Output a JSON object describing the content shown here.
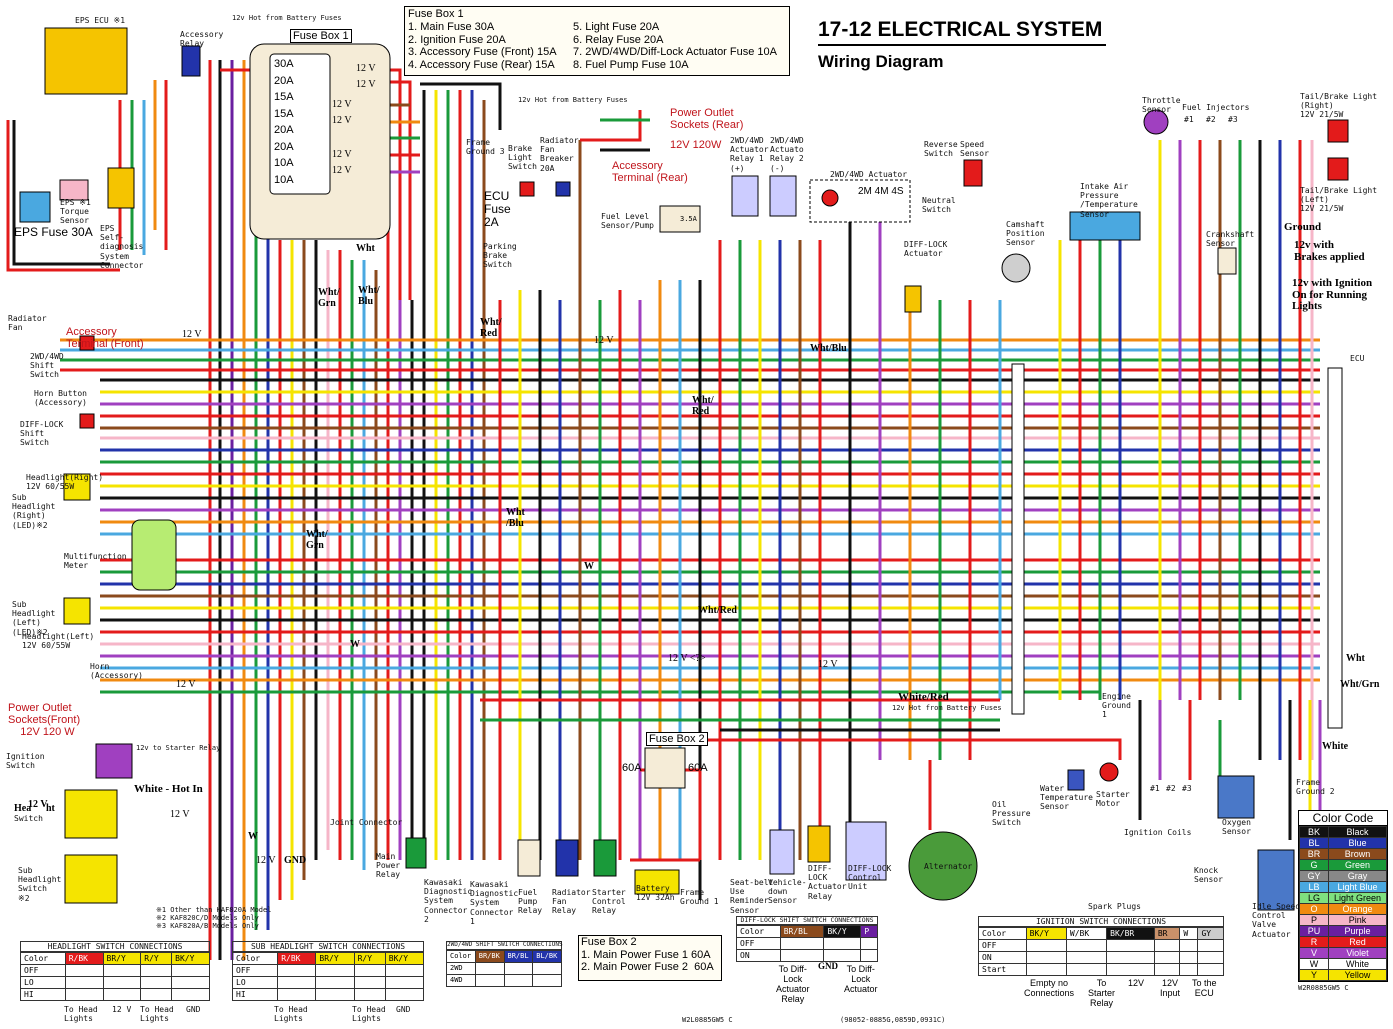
{
  "header": {
    "title": "17-12 ELECTRICAL SYSTEM",
    "subtitle": "Wiring Diagram"
  },
  "fuse_box1_legend": {
    "heading": "Fuse Box 1",
    "left": [
      "1. Main Fuse 30A",
      "2. Ignition Fuse 20A",
      "3. Accessory Fuse (Front) 15A",
      "4. Accessory Fuse (Rear) 15A"
    ],
    "right": [
      "5. Light Fuse 20A",
      "6. Relay Fuse 20A",
      "7. 2WD/4WD/Diff-Lock Actuator Fuse 10A",
      "8. Fuel Pump Fuse 10A"
    ]
  },
  "fuse_box1": {
    "label": "Fuse Box 1",
    "fuses": [
      "30A",
      "20A",
      "15A",
      "15A",
      "20A",
      "20A",
      "10A",
      "10A"
    ],
    "hot_note": "12v Hot from Battery Fuses"
  },
  "fuse_box2_legend": {
    "heading": "Fuse Box 2",
    "items": [
      "1. Main Power Fuse 1 60A",
      "2. Main Power Fuse 2  60A"
    ]
  },
  "fuse_box2": {
    "label": "Fuse Box 2",
    "left": "60A",
    "right": "60A"
  },
  "components": {
    "eps_ecu": "EPS ECU ※1",
    "accessory_relay": "Accessory\nRelay",
    "eps_fuse": "EPS Fuse 30A",
    "eps_torque": "EPS ※1\nTorque\nSensor",
    "eps_diag": "EPS\nSelf-\ndiagnosis\nSystem\nConnector",
    "radiator_fan": "Radiator\nFan",
    "shift_2wd4wd": "2WD/4WD\nShift\nSwitch",
    "horn_button": "Horn Button\n(Accessory)",
    "difflock_shift": "DIFF-LOCK\nShift\nSwitch",
    "headlight_right": "Headlight(Right)\n12V 60/55W",
    "sub_headlight_right": "Sub\nHeadlight\n(Right)\n(LED)※2",
    "multifunction_meter": "Multifunction\nMeter",
    "sub_headlight_left": "Sub\nHeadlight\n(Left)\n(LED)※2",
    "headlight_left": "Headlight(Left)\n12V 60/55W",
    "horn": "Horn\n(Accessory)",
    "ignition_switch": "Ignition\nSwitch",
    "headlight_switch": "Switch",
    "sub_headlight_switch": "Sub\nHeadlight\nSwitch\n※2",
    "joint_connector": "Joint Connector",
    "main_power_relay": "Main\nPower\nRelay",
    "kdsc1": "Kawasaki\nDiagnostic\nSystem\nConnector\n2",
    "kdsc2": "Kawasaki\nDiagnostic\nSystem\nConnector\n1",
    "fuel_pump_relay": "Fuel\nPump\nRelay",
    "radiator_fan_relay": "Radiator\nFan\nRelay",
    "starter_control_relay": "Starter\nControl\nRelay",
    "battery": "Battery\n12V 32Ah",
    "frame_ground1": "Frame\nGround 1",
    "frame_ground2": "Frame\nGround 2",
    "frame_ground3": "Frame\nGround 3",
    "brake_light_switch": "Brake\nLight\nSwitch",
    "radiator_fan_breaker": "Radiator\nFan\nBreaker\n20A",
    "ecu_fuse": "ECU\nFuse\n2A",
    "parking_brake_switch": "Parking\nBrake\nSwitch",
    "fuel_level_sensor": "Fuel Level\nSensor/Pump",
    "fuse_35a": "3.5A",
    "act_relay1": "2WD/4WD\nActuator\nRelay 1\n(+)",
    "act_relay2": "2WD/4WD\nActuato\nRelay 2\n(-)",
    "actuator_2wd4wd": "2WD/4WD Actuator",
    "act_modes": "2M 4M 4S",
    "reverse_switch": "Reverse\nSwitch",
    "speed_sensor": "Speed\nSensor",
    "neutral_switch": "Neutral\nSwitch",
    "difflock_actuator": "DIFF-LOCK\nActuator",
    "camshaft_sensor": "Camshaft\nPosition\nSensor",
    "intake_air": "Intake Air\nPressure\n/Temperature\nSensor",
    "throttle_sensor": "Throttle\nSensor",
    "fuel_injectors": "Fuel Injectors",
    "injector_nums": [
      "#1",
      "#2",
      "#3"
    ],
    "crankshaft_sensor": "Crankshaft\nSensor",
    "tail_right": "Tail/Brake Light\n(Right)\n12V 21/5W",
    "tail_left": "Tail/Brake Light\n(Left)\n12V 21/5W",
    "ecu": "ECU",
    "engine_ground": "Engine\nGround\n1",
    "seatbelt_sensor": "Seat-belt\nUse\nReminder\nSensor",
    "vehicle_down": "Vehicle-\ndown\nSensor",
    "difflock_relay": "DIFF-\nLOCK\nActuator\nRelay",
    "difflock_control": "DIFF-LOCK\nControl\nUnit",
    "alternator": "Alternator",
    "oil_pressure": "Oil\nPressure\nSwitch",
    "water_temp": "Water\nTemperature\nSensor",
    "starter_motor": "Starter\nMotor",
    "ignition_coils": "Ignition Coils",
    "coil_nums": [
      "#1",
      "#2",
      "#3"
    ],
    "spark_plugs": "Spark Plugs",
    "knock_sensor": "Knock\nSensor",
    "oxygen_sensor": "Oxygen\nSensor",
    "idle_speed": "Idle Speed\nControl\nValve\nActuator",
    "footnotes": "※1 Other than KAF820A Model\n※2 KAF820C/D Models Only\n※3 KAF820A/B Models Only",
    "ref_code_left": "W2L0885GW5 C",
    "ref_code_mid": "(98052-0885G,0859D,0931C)",
    "ref_code_right": "W2R0885GW5 C"
  },
  "annotations": {
    "hot_battery_top": "12v Hot from Battery Fuses",
    "hot_battery_mid": "12v Hot from Battery Fuses",
    "power_outlet_rear": "Power Outlet\nSockets (Rear)",
    "rear_12v": "12V 120W",
    "accessory_terminal_rear": "Accessory\nTerminal (Rear)",
    "accessory_terminal_front": "Accessory\nTerminal (Front)",
    "power_outlet_front": "Power Outlet\nSockets(Front)\n    12V 120 W",
    "ground": "Ground",
    "brakes_applied": "12v with\nBrakes applied",
    "running_lights": "12v with Ignition\nOn for Running\nLights",
    "white_hot_in": "White - Hot In",
    "to_starter_relay": "12v to Starter Relay",
    "head_switch_label": "Hea",
    "head_switch_12v": "12 V",
    "head_switch_ht": "ht",
    "unknown_12v": "12 V <?>",
    "white": "White",
    "white_red": "White/Red",
    "wires": [
      "Wht",
      "Wht/\nGrn",
      "Wht/\nBlu",
      "Wht/\nRed",
      "Wht/Blu",
      "Wht/\nRed",
      "Wht\n/Blu",
      "W",
      "Wht/\nGrn",
      "W",
      "Wht/Red",
      "Wht",
      "Wht/Grn",
      "W",
      "GND"
    ],
    "v12": [
      "12 V",
      "12 V",
      "12 V",
      "12 V",
      "12 V",
      "12 V",
      "12 V",
      "12 V",
      "12 V",
      "12 V",
      "12 V",
      "12 V"
    ]
  },
  "tables": {
    "headlight": {
      "title": "HEADLIGHT SWITCH CONNECTIONS",
      "header": [
        "Color",
        "R/BK",
        "BR/Y",
        "R/Y",
        "BK/Y"
      ],
      "rows": [
        "OFF",
        "LO",
        "HI"
      ],
      "footer": [
        "To Head\nLights",
        "12 V",
        "To Head\nLights",
        "GND"
      ]
    },
    "sub_headlight": {
      "title": "SUB HEADLIGHT SWITCH CONNECTIONS",
      "header": [
        "Color",
        "R/BK",
        "BR/Y",
        "R/Y",
        "BK/Y"
      ],
      "rows": [
        "OFF",
        "LO",
        "HI"
      ],
      "footer": [
        "To Head\nLights",
        "To Head\nLights",
        "GND"
      ]
    },
    "shift2wd": {
      "title": "2WD/4WD SHIFT SWITCH CONNECTIONS",
      "header": [
        "Color",
        "BR/BK",
        "BR/BL",
        "BL/BK"
      ],
      "rows": [
        "2WD",
        "4WD"
      ]
    },
    "difflock": {
      "title": "DIFF-LOCK SHIFT SWITCH CONNECTIONS",
      "header": [
        "Color",
        "BR/BL",
        "BK/Y",
        "P"
      ],
      "rows": [
        "OFF",
        "ON"
      ],
      "footer": [
        "To Diff-\nLock\nActuator\nRelay",
        "GND",
        "To Diff-\nLock\nActuator"
      ]
    },
    "ignition": {
      "title": "IGNITION SWITCH CONNECTIONS",
      "header": [
        "Color",
        "BK/Y",
        "W/BK",
        "BK/BR",
        "BR",
        "W",
        "GY"
      ],
      "rows": [
        "OFF",
        "ON",
        "Start"
      ],
      "footer": [
        "Empty no\nConnections",
        "To\nStarter\nRelay",
        "12V",
        "12V\nInput",
        "To the\nECU"
      ]
    }
  },
  "color_code": {
    "title": "Color Code",
    "rows": [
      {
        "code": "BK",
        "name": "Black",
        "bg": "#111111",
        "fg": "#ffffff"
      },
      {
        "code": "BL",
        "name": "Blue",
        "bg": "#2233aa",
        "fg": "#ffffff"
      },
      {
        "code": "BR",
        "name": "Brown",
        "bg": "#8b4a1c",
        "fg": "#ffffff"
      },
      {
        "code": "G",
        "name": "Green",
        "bg": "#1a9a3a",
        "fg": "#ffffff"
      },
      {
        "code": "GY",
        "name": "Gray",
        "bg": "#888888",
        "fg": "#ffffff"
      },
      {
        "code": "LB",
        "name": "Light Blue",
        "bg": "#4aa8e0",
        "fg": "#ffffff"
      },
      {
        "code": "LG",
        "name": "Light Green",
        "bg": "#7fe07f",
        "fg": "#000000"
      },
      {
        "code": "O",
        "name": "Orange",
        "bg": "#f08a10",
        "fg": "#ffffff"
      },
      {
        "code": "P",
        "name": "Pink",
        "bg": "#f6b6c8",
        "fg": "#000000"
      },
      {
        "code": "PU",
        "name": "Purple",
        "bg": "#6a1fa0",
        "fg": "#ffffff"
      },
      {
        "code": "R",
        "name": "Red",
        "bg": "#e31b1b",
        "fg": "#ffffff"
      },
      {
        "code": "V",
        "name": "Violet",
        "bg": "#a040c0",
        "fg": "#ffffff"
      },
      {
        "code": "W",
        "name": "White",
        "bg": "#ffffff",
        "fg": "#000000"
      },
      {
        "code": "Y",
        "name": "Yellow",
        "bg": "#f5e400",
        "fg": "#000000"
      }
    ]
  },
  "wire_colors": {
    "red": "#e31b1b",
    "black": "#111111",
    "green": "#1a9a3a",
    "yellow": "#f5e400",
    "blue": "#2233aa",
    "purple": "#6a1fa0",
    "orange": "#f08a10",
    "brown": "#8b4a1c",
    "pink": "#f6b6c8",
    "lightblue": "#4aa8e0",
    "lightgreen": "#7fe07f",
    "gray": "#999999",
    "violet": "#a040c0"
  }
}
